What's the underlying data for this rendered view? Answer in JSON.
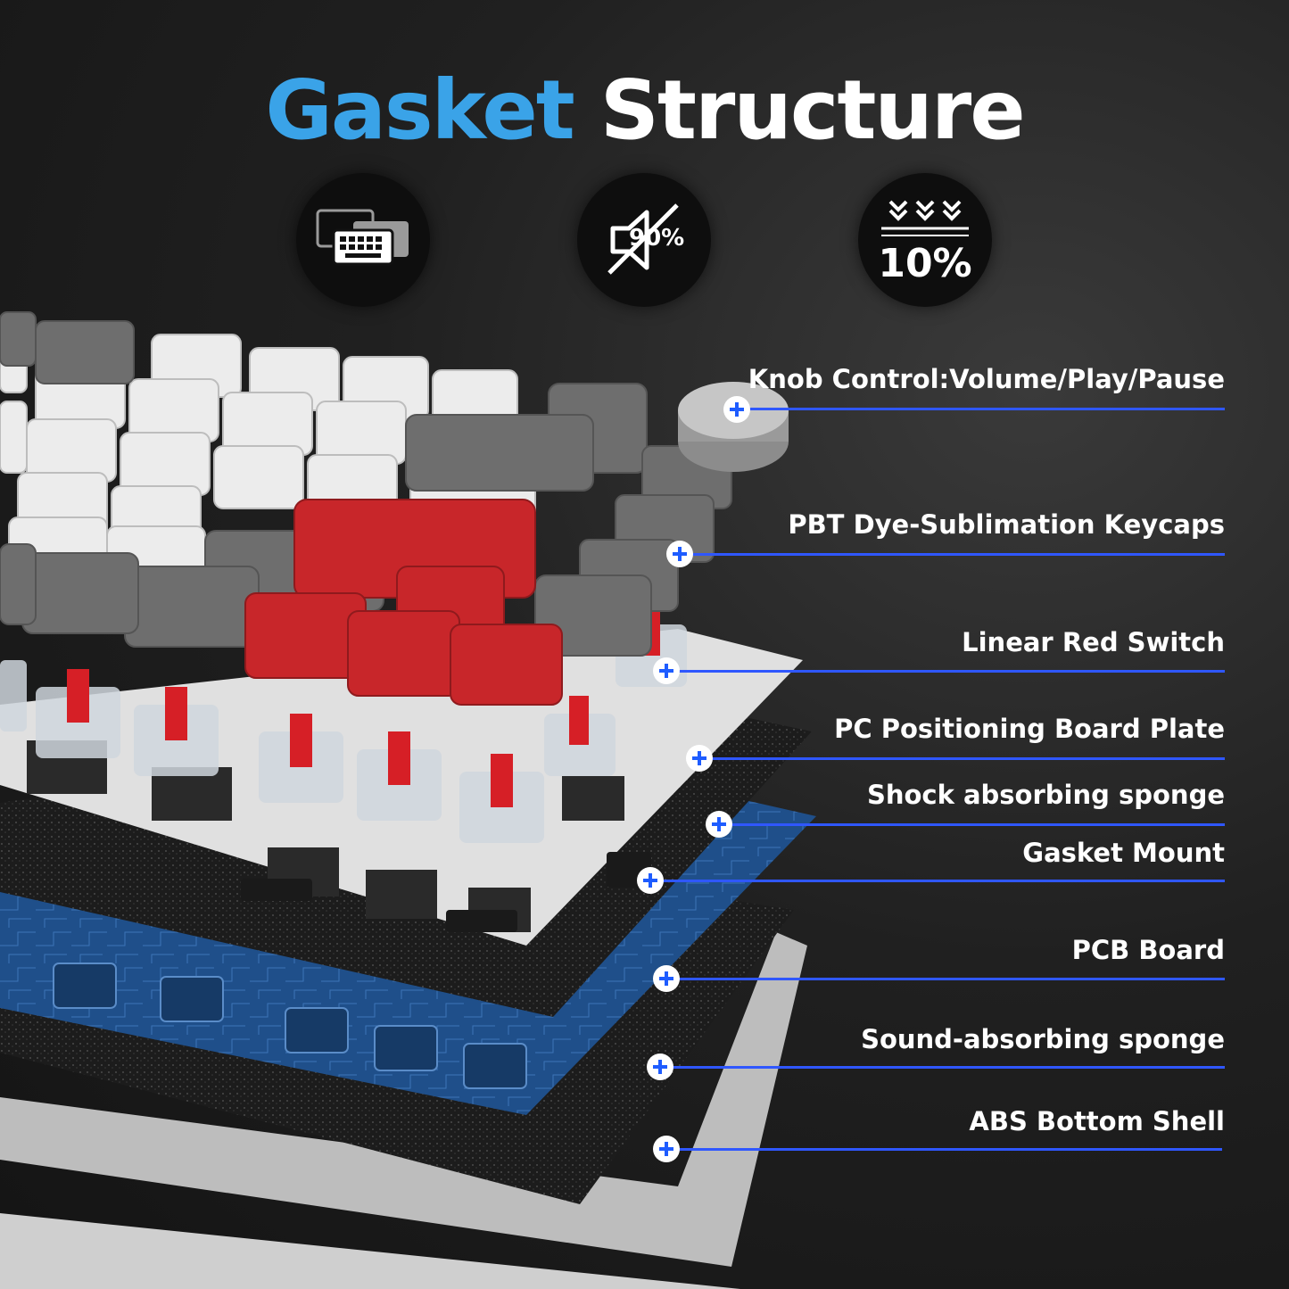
{
  "title": {
    "part1": "Gasket",
    "part2": "Structure"
  },
  "badges": [
    {
      "icon": "keyboard-layers-icon"
    },
    {
      "icon": "noise-reduction-icon",
      "text": "90%"
    },
    {
      "icon": "compression-icon",
      "text": "10%"
    }
  ],
  "callouts": [
    {
      "label": "Knob Control:Volume/Play/Pause"
    },
    {
      "label": "PBT Dye-Sublimation Keycaps"
    },
    {
      "label": "Linear Red Switch"
    },
    {
      "label": "PC Positioning Board Plate"
    },
    {
      "label": "Shock absorbing sponge"
    },
    {
      "label": "Gasket Mount"
    },
    {
      "label": "PCB Board"
    },
    {
      "label": "Sound-absorbing sponge"
    },
    {
      "label": "ABS Bottom Shell"
    }
  ],
  "colors": {
    "accent_blue": "#3aa3e8",
    "line_blue": "#2f57ff",
    "switch_red": "#d61f26"
  }
}
